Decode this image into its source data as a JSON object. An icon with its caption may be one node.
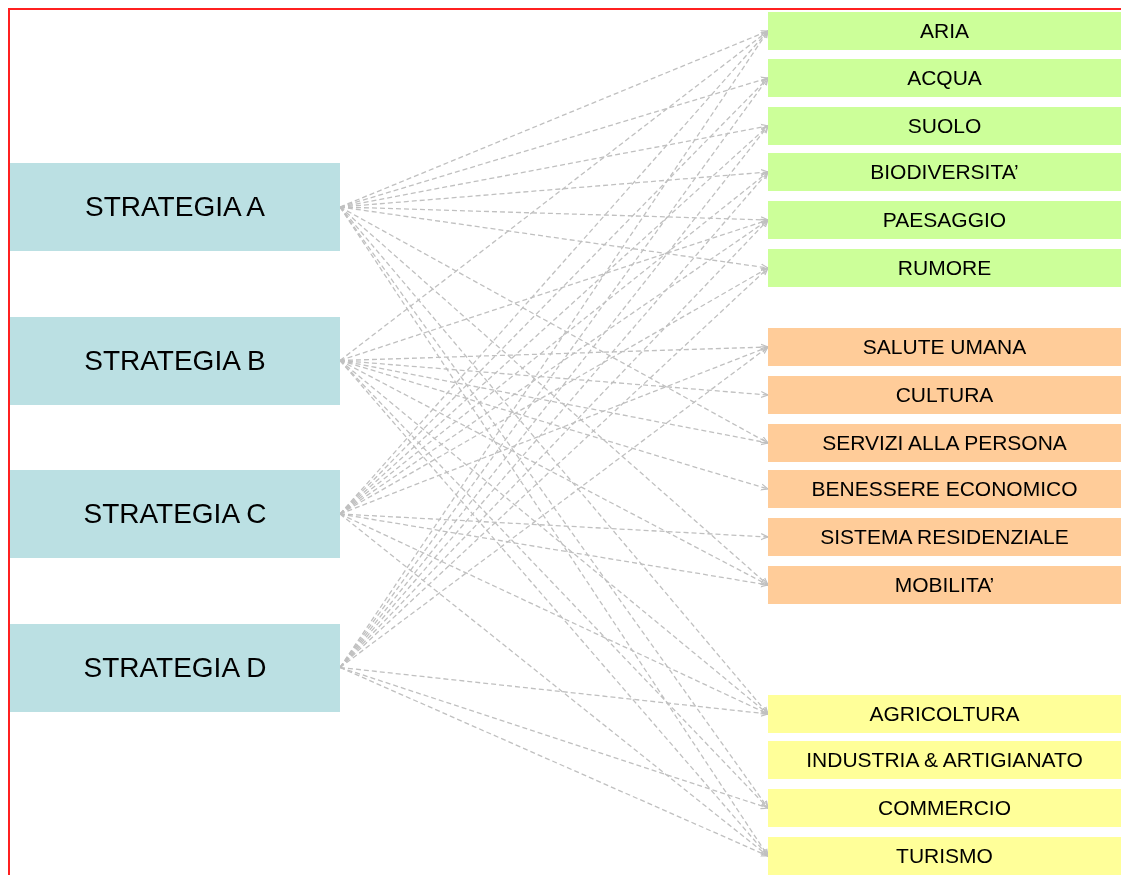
{
  "diagram": {
    "nodes": [
      {
        "text": [
          "STRATEGIA A"
        ]
      },
      {
        "text": [
          "STRATEGIA B"
        ]
      },
      {
        "text": [
          "STRATEGIA C"
        ]
      },
      {
        "text": [
          "STRATEGIA D"
        ]
      },
      {
        "text": [
          "ARIA"
        ]
      },
      {
        "text": [
          "ACQUA"
        ]
      },
      {
        "text": [
          "SUOLO"
        ]
      },
      {
        "text": [
          "BIODIVERSITA’"
        ]
      },
      {
        "text": [
          "PAESAGGIO"
        ]
      },
      {
        "text": [
          "RUMORE"
        ]
      },
      {
        "text": [
          "SALUTE UMANA"
        ]
      },
      {
        "text": [
          "CULTURA"
        ]
      },
      {
        "text": [
          "SERVIZI ALLA PERSONA"
        ]
      },
      {
        "text": [
          "BENESSERE ECONOMICO"
        ]
      },
      {
        "text": [
          "SISTEMA RESIDENZIALE"
        ]
      },
      {
        "text": [
          "MOBILITA’"
        ]
      },
      {
        "text": [
          "AGRICOLTURA"
        ]
      },
      {
        "text": [
          "INDUSTRIA & ARTIGIANATO"
        ]
      },
      {
        "text": [
          "COMMERCIO"
        ]
      },
      {
        "text": [
          "TURISMO"
        ]
      }
    ],
    "edges": [
      {
        "from": 0,
        "to": 4,
        "arrow": "to",
        "style": "dashed"
      },
      {
        "from": 0,
        "to": 5,
        "arrow": "to",
        "style": "dashed"
      },
      {
        "from": 0,
        "to": 6,
        "arrow": "to",
        "style": "dashed"
      },
      {
        "from": 0,
        "to": 7,
        "arrow": "to",
        "style": "dashed"
      },
      {
        "from": 0,
        "to": 8,
        "arrow": "to",
        "style": "dashed"
      },
      {
        "from": 0,
        "to": 9,
        "arrow": "to",
        "style": "dashed"
      },
      {
        "from": 0,
        "to": 12,
        "arrow": "to",
        "style": "dashed"
      },
      {
        "from": 0,
        "to": 15,
        "arrow": "to",
        "style": "dashed"
      },
      {
        "from": 0,
        "to": 16,
        "arrow": "to",
        "style": "dashed"
      },
      {
        "from": 0,
        "to": 18,
        "arrow": "to",
        "style": "dashed"
      },
      {
        "from": 0,
        "to": 19,
        "arrow": "to",
        "style": "dashed"
      },
      {
        "from": 1,
        "to": 4,
        "arrow": "to",
        "style": "dashed"
      },
      {
        "from": 1,
        "to": 8,
        "arrow": "to",
        "style": "dashed"
      },
      {
        "from": 1,
        "to": 10,
        "arrow": "to",
        "style": "dashed"
      },
      {
        "from": 1,
        "to": 11,
        "arrow": "to",
        "style": "dashed"
      },
      {
        "from": 1,
        "to": 12,
        "arrow": "to",
        "style": "dashed"
      },
      {
        "from": 1,
        "to": 13,
        "arrow": "to",
        "style": "dashed"
      },
      {
        "from": 1,
        "to": 15,
        "arrow": "to",
        "style": "dashed"
      },
      {
        "from": 1,
        "to": 16,
        "arrow": "to",
        "style": "dashed"
      },
      {
        "from": 1,
        "to": 18,
        "arrow": "to",
        "style": "dashed"
      },
      {
        "from": 1,
        "to": 19,
        "arrow": "to",
        "style": "dashed"
      },
      {
        "from": 2,
        "to": 4,
        "arrow": "to",
        "style": "dashed"
      },
      {
        "from": 2,
        "to": 5,
        "arrow": "to",
        "style": "dashed"
      },
      {
        "from": 2,
        "to": 6,
        "arrow": "to",
        "style": "dashed"
      },
      {
        "from": 2,
        "to": 7,
        "arrow": "to",
        "style": "dashed"
      },
      {
        "from": 2,
        "to": 8,
        "arrow": "to",
        "style": "dashed"
      },
      {
        "from": 2,
        "to": 9,
        "arrow": "to",
        "style": "dashed"
      },
      {
        "from": 2,
        "to": 10,
        "arrow": "to",
        "style": "dashed"
      },
      {
        "from": 2,
        "to": 14,
        "arrow": "to",
        "style": "dashed"
      },
      {
        "from": 2,
        "to": 15,
        "arrow": "to",
        "style": "dashed"
      },
      {
        "from": 2,
        "to": 16,
        "arrow": "to",
        "style": "dashed"
      },
      {
        "from": 2,
        "to": 19,
        "arrow": "to",
        "style": "dashed"
      },
      {
        "from": 3,
        "to": 4,
        "arrow": "to",
        "style": "dashed"
      },
      {
        "from": 3,
        "to": 5,
        "arrow": "to",
        "style": "dashed"
      },
      {
        "from": 3,
        "to": 6,
        "arrow": "to",
        "style": "dashed"
      },
      {
        "from": 3,
        "to": 7,
        "arrow": "to",
        "style": "dashed"
      },
      {
        "from": 3,
        "to": 8,
        "arrow": "to",
        "style": "dashed"
      },
      {
        "from": 3,
        "to": 9,
        "arrow": "to",
        "style": "dashed"
      },
      {
        "from": 3,
        "to": 10,
        "arrow": "to",
        "style": "dashed"
      },
      {
        "from": 3,
        "to": 16,
        "arrow": "to",
        "style": "dashed"
      },
      {
        "from": 3,
        "to": 18,
        "arrow": "to",
        "style": "dashed"
      },
      {
        "from": 3,
        "to": 19,
        "arrow": "to",
        "style": "dashed"
      }
    ]
  }
}
